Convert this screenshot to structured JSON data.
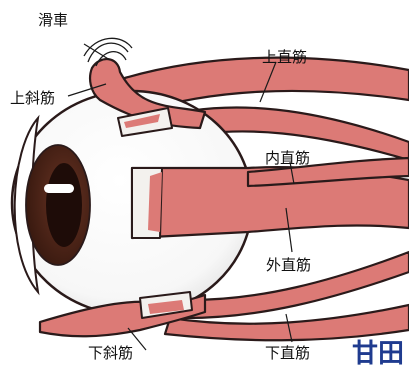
{
  "labels": {
    "trochlea": "滑車",
    "superior_oblique": "上斜筋",
    "superior_rectus": "上直筋",
    "medial_rectus": "内直筋",
    "lateral_rectus": "外直筋",
    "inferior_oblique": "下斜筋",
    "inferior_rectus": "下直筋"
  },
  "watermark": "甘田",
  "colors": {
    "muscle": "#dc7a76",
    "muscle_dark": "#b85a58",
    "tendon": "#f3f1ee",
    "eyeball": "#ffffff",
    "iris": "#4a2418",
    "pupil": "#1e0c08",
    "outline": "#2a1a1a",
    "watermark": "#1f3b8f"
  }
}
